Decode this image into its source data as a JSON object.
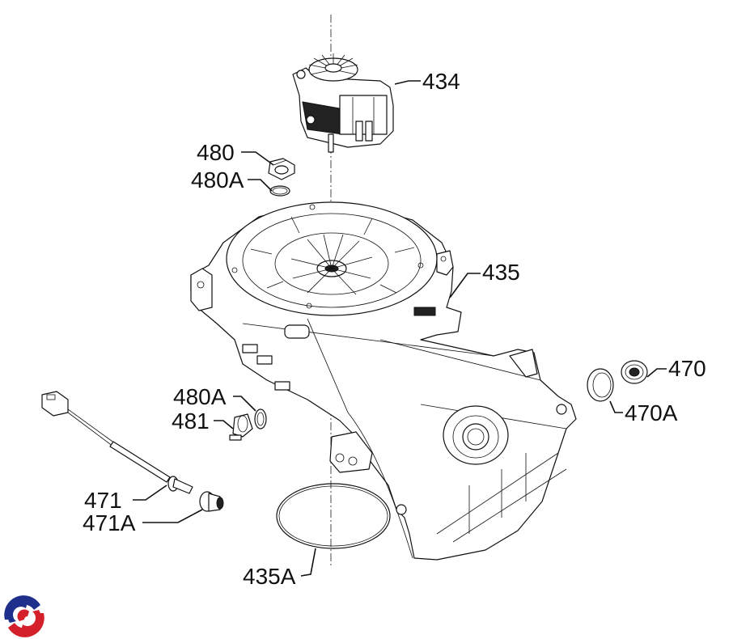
{
  "diagram": {
    "title": "Blower assembly exploded view",
    "callouts": [
      {
        "id": "434",
        "label": "434",
        "part": "blower-motor"
      },
      {
        "id": "480",
        "label": "480",
        "part": "sensor"
      },
      {
        "id": "480A_top",
        "label": "480A",
        "part": "sensor-o-ring"
      },
      {
        "id": "435",
        "label": "435",
        "part": "blower-housing"
      },
      {
        "id": "470",
        "label": "470",
        "part": "plug"
      },
      {
        "id": "470A",
        "label": "470A",
        "part": "plug-gasket"
      },
      {
        "id": "480A_mid",
        "label": "480A",
        "part": "o-ring"
      },
      {
        "id": "481",
        "label": "481",
        "part": "clip"
      },
      {
        "id": "471",
        "label": "471",
        "part": "temperature-probe"
      },
      {
        "id": "471A",
        "label": "471A",
        "part": "probe-grommet"
      },
      {
        "id": "435A",
        "label": "435A",
        "part": "housing-gasket"
      }
    ],
    "logo": {
      "name": "brand-logo",
      "colors": {
        "blue": "#1f2f8c",
        "red": "#d4202a"
      }
    }
  }
}
